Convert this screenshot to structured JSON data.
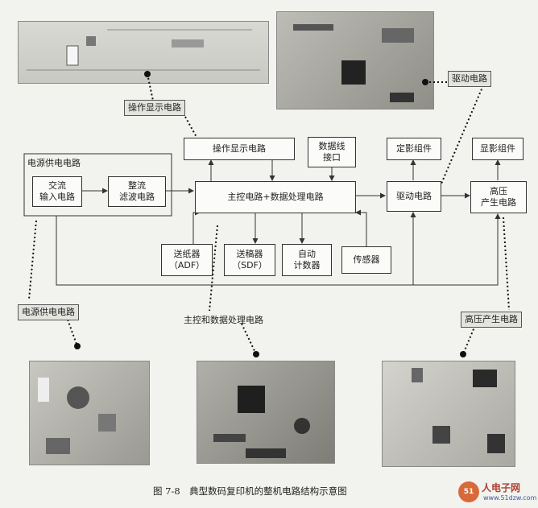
{
  "blocks": {
    "power_group_title": "电源供电电路",
    "ac_input": "交流\n输入电路",
    "rectifier": "整流\n滤波电路",
    "op_display": "操作显示电路",
    "data_port": "数据线\n接口",
    "main_control": "主控电路+数据处理电路",
    "fixing": "定影组件",
    "developing": "显影组件",
    "driver": "驱动电路",
    "high_voltage": "高压\n产生电路",
    "adf": "送纸器\n（ADF）",
    "sdf": "送稿器\n（SDF）",
    "counter": "自动\n计数器",
    "sensor": "传感器"
  },
  "callouts": {
    "op_display": "操作显示电路",
    "driver": "驱动电路",
    "power": "电源供电电路",
    "main_control": "主控和数据处理电路",
    "high_voltage": "高压产生电路"
  },
  "caption": "图 7-8　典型数码复印机的整机电路结构示意图",
  "watermark": {
    "logo": "51",
    "name": "人电子网",
    "url": "www.51dzw.com"
  }
}
